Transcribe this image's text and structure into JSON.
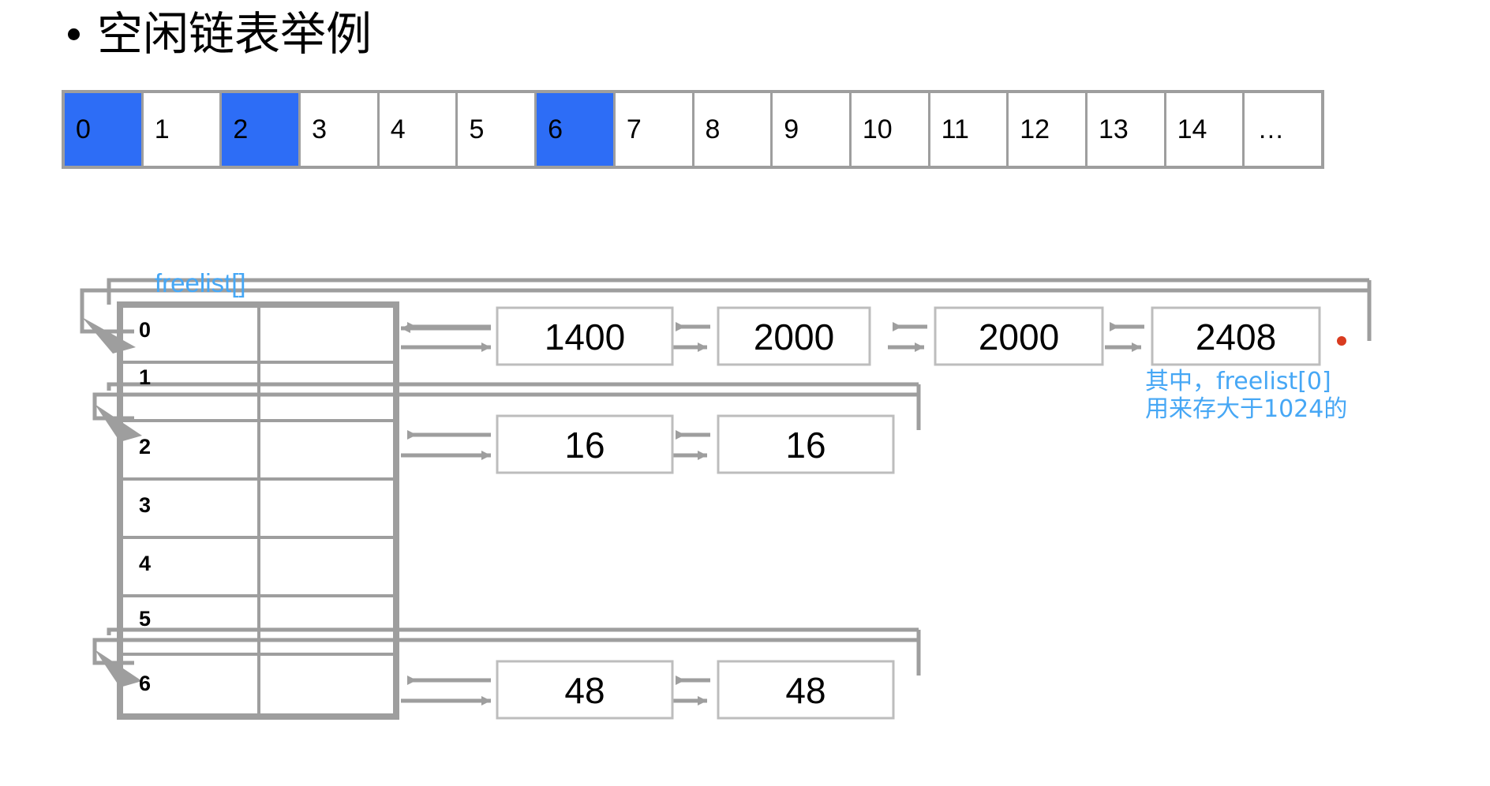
{
  "slide": {
    "title": "空闲链表举例",
    "bullet_glyph": "•"
  },
  "memory_strip": {
    "name": "memory-block-strip",
    "frame_color": "#9e9e9e",
    "used_color": "#2d6df6",
    "free_color": "#ffffff",
    "cells": [
      {
        "label": "0",
        "state": "used"
      },
      {
        "label": "1",
        "state": "free"
      },
      {
        "label": "2",
        "state": "used"
      },
      {
        "label": "3",
        "state": "free"
      },
      {
        "label": "4",
        "state": "free"
      },
      {
        "label": "5",
        "state": "free"
      },
      {
        "label": "6",
        "state": "used"
      },
      {
        "label": "7",
        "state": "free"
      },
      {
        "label": "8",
        "state": "free"
      },
      {
        "label": "9",
        "state": "free"
      },
      {
        "label": "10",
        "state": "free"
      },
      {
        "label": "11",
        "state": "free"
      },
      {
        "label": "12",
        "state": "free"
      },
      {
        "label": "13",
        "state": "free"
      },
      {
        "label": "14",
        "state": "free"
      },
      {
        "label": "…",
        "state": "free"
      }
    ]
  },
  "freelist": {
    "label": "freelist[]",
    "label_color": "#46a7f5",
    "line_color": "#9e9e9e",
    "rows": [
      {
        "index": "0"
      },
      {
        "index": "1"
      },
      {
        "index": "2"
      },
      {
        "index": "3"
      },
      {
        "index": "4"
      },
      {
        "index": "5"
      },
      {
        "index": "6"
      }
    ],
    "chains": [
      {
        "row": "0",
        "nodes": [
          "1400",
          "2000",
          "2000",
          "2408"
        ]
      },
      {
        "row": "2",
        "nodes": [
          "16",
          "16"
        ]
      },
      {
        "row": "6",
        "nodes": [
          "48",
          "48"
        ]
      }
    ]
  },
  "annotations": {
    "freelist0_note": "其中，freelist[0]\n用来存大于1024的",
    "note_color": "#46a7f5",
    "marker_dot_color": "#d93b1f"
  }
}
